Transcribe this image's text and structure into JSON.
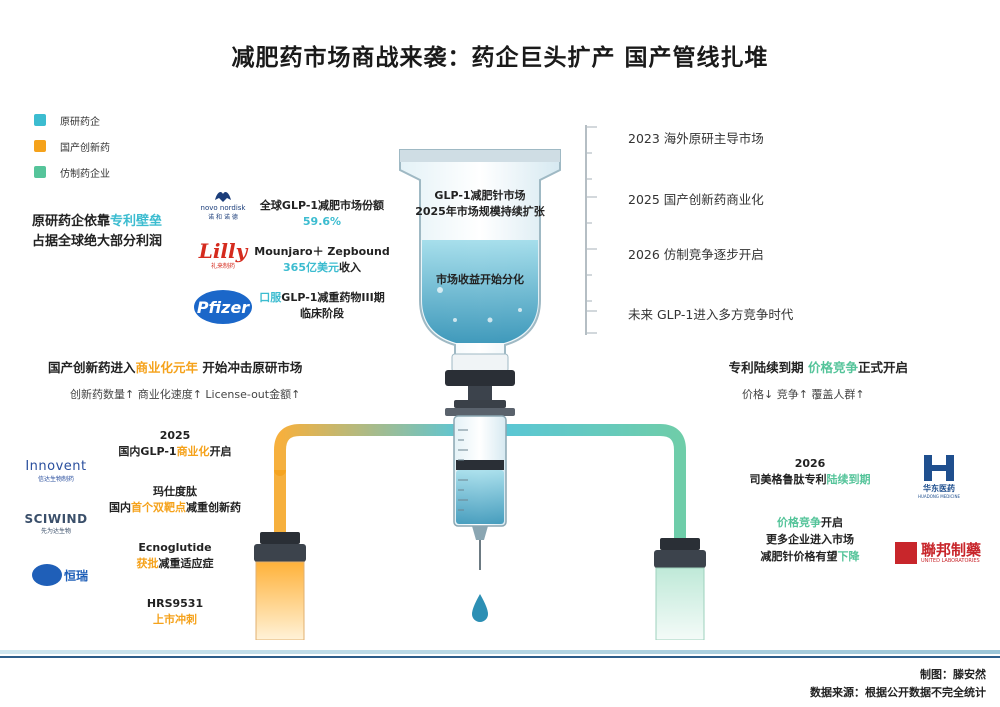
{
  "title": "减肥药市场商战来袭：药企巨头扩产 国产管线扎堆",
  "legend": [
    {
      "label": "原研药企",
      "color": "#3cbcd0"
    },
    {
      "label": "国产创新药",
      "color": "#f5a21b"
    },
    {
      "label": "仿制药企业",
      "color": "#55c49a"
    }
  ],
  "left_headline": {
    "part1": "原研药企依靠",
    "highlight": "专利壁垒",
    "part2": "占据全球绝大部分利润"
  },
  "originals": [
    {
      "line1": "全球GLP-1减肥市场份额",
      "line2": "59.6%",
      "logo": "novo-nordisk-logo",
      "logo_text": "novo nordisk",
      "logo_sub": "诺 和 诺 德"
    },
    {
      "line1": "Mounjaro＋ Zepbound",
      "line2_hl": "365亿美元",
      "line2_rest": "收入",
      "logo": "lilly-logo",
      "logo_text": "Lilly",
      "logo_sub": "礼来制药"
    },
    {
      "line1_hl": "口服",
      "line1_rest": "GLP-1减重药物III期",
      "line2": "临床阶段",
      "logo": "pfizer-logo",
      "logo_text": "Pfizer"
    }
  ],
  "vial": {
    "line1": "GLP-1减肥针市场",
    "line2": "2025年市场规模持续扩张",
    "line3": "市场收益开始分化"
  },
  "timeline": [
    "2023 海外原研主导市场",
    "2025 国产创新药商业化",
    "2026 仿制竞争逐步开启",
    "未来 GLP-1进入多方竞争时代"
  ],
  "domestic": {
    "headline_a": "国产创新药进入",
    "headline_hl": "商业化元年",
    "headline_b": " 开始冲击原研市场",
    "sub": "创新药数量↑ 商业化速度↑ License-out金额↑",
    "items": [
      {
        "l1": "2025",
        "l2a": "国内GLP-1",
        "l2hl": "商业化",
        "l2b": "开启"
      },
      {
        "l1": "玛仕度肽",
        "l2a": "国内",
        "l2hl": "首个双靶点",
        "l2b": "减重创新药"
      },
      {
        "l1": "Ecnoglutide",
        "l2a": "",
        "l2hl": "获批",
        "l2b": "减重适应症"
      },
      {
        "l1": "HRS9531",
        "l2a": "",
        "l2hl": "上市冲刺",
        "l2b": ""
      }
    ],
    "logos": [
      {
        "name": "innovent-logo",
        "text": "Innovent",
        "sub": "信达生物制药"
      },
      {
        "name": "sciwind-logo",
        "text": "SCIWIND",
        "sub": "先为达生物"
      },
      {
        "name": "hengrui-logo",
        "text": "恒瑞",
        "sub": ""
      }
    ]
  },
  "generic": {
    "headline_a": "专利陆续到期 ",
    "headline_hl": "价格竞争",
    "headline_b": "正式开启",
    "sub": "价格↓ 竞争↑ 覆盖人群↑",
    "item1_l1": "2026",
    "item1_l2a": "司美格鲁肽专利",
    "item1_l2hl": "陆续到期",
    "item2_l1hl": "价格竞争",
    "item2_l1b": "开启",
    "item2_l2": "更多企业进入市场",
    "item2_l3a": "减肥针价格有望",
    "item2_l3hl": "下降",
    "logos": [
      {
        "name": "huadong-logo",
        "text": "华东医药",
        "sub": "HUADONG MEDICINE"
      },
      {
        "name": "united-labs-logo",
        "text": "聯邦制藥",
        "sub": "UNITED LABORATORIES"
      }
    ]
  },
  "footer": {
    "maker": "制图：滕安然",
    "source": "数据来源：根据公开数据不完全统计"
  }
}
